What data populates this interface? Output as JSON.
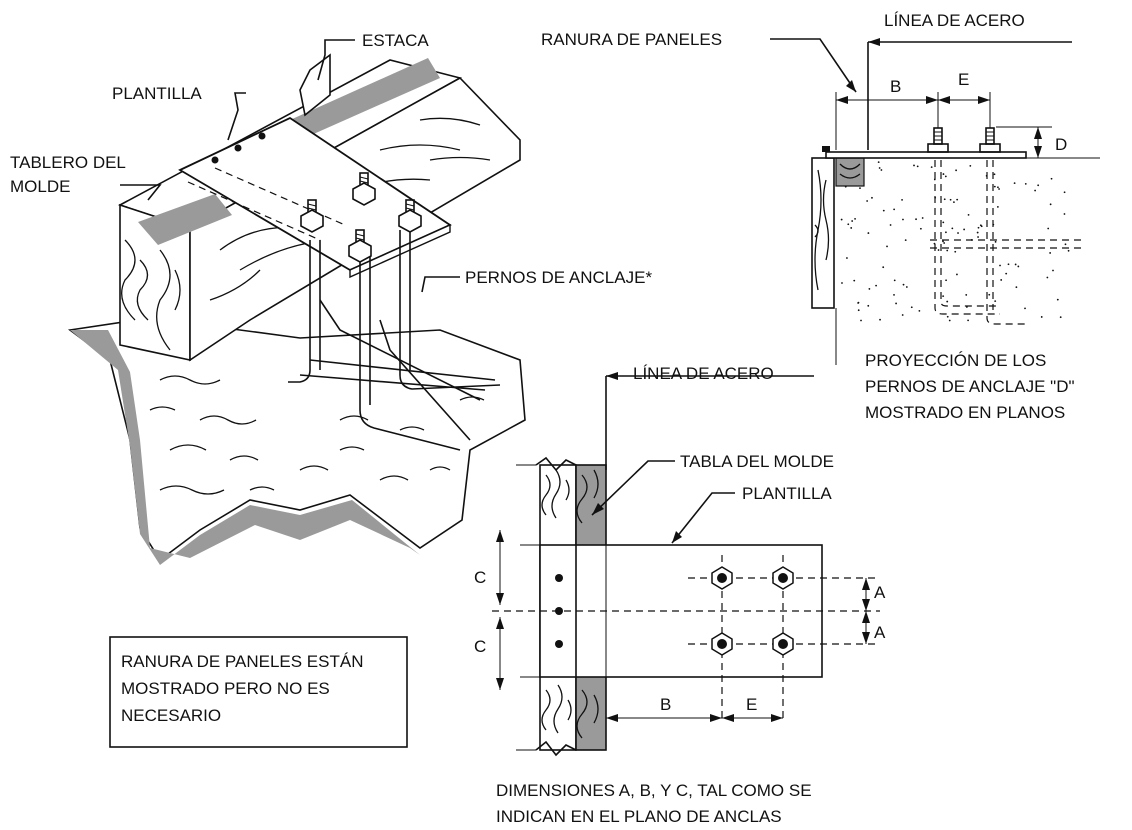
{
  "isometric_view": {
    "stake_label": "ESTACA",
    "template_label": "PLANTILLA",
    "form_board_label_line1": "TABLERO DEL",
    "form_board_label_line2": "MOLDE",
    "anchor_bolts_label": "PERNOS DE ANCLAJE*"
  },
  "section_view": {
    "panel_groove_label": "RANURA DE PANELES",
    "steel_line_label": "LÍNEA DE ACERO",
    "dim_b": "B",
    "dim_e": "E",
    "dim_d": "D",
    "caption_line1": "PROYECCIÓN DE LOS",
    "caption_line2": "PERNOS DE ANCLAJE \"D\"",
    "caption_line3": "MOSTRADO EN PLANOS"
  },
  "plan_view": {
    "steel_line_label": "LÍNEA DE ACERO",
    "form_board_label": "TABLA DEL MOLDE",
    "template_label": "PLANTILLA",
    "dim_a_top": "A",
    "dim_a_bottom": "A",
    "dim_c_top": "C",
    "dim_c_bottom": "C",
    "dim_b": "B",
    "dim_e": "E",
    "caption_line1": "DIMENSIONES A, B, Y C, TAL COMO SE",
    "caption_line2": "INDICAN EN EL PLANO DE ANCLAS"
  },
  "note_box": {
    "line1": "RANURA DE PANELES ESTÁN",
    "line2": "MOSTRADO PERO NO ES",
    "line3": "NECESARIO"
  }
}
